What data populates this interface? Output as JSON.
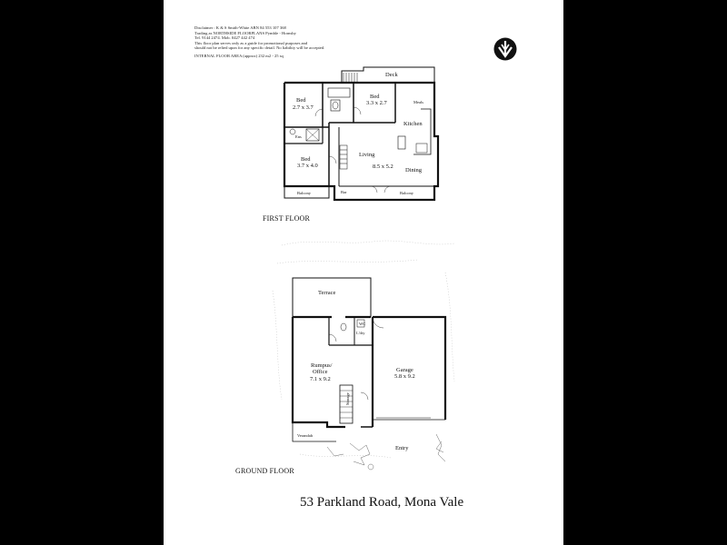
{
  "disclaimer": {
    "line1": "Disclaimer :  K & S Smith-White   ABN 84 553 107 368",
    "line2": "Trading as NORTHSIDE FLOORPLANS Pymble - Hornsby",
    "line3": "Tel. 9144 2474. Mob. 0427 442 474",
    "line4": "This floor plan serves only as a guide for promotional purposes and",
    "line5": "should not be relied upon for any specific detail. No liability will be accepted.",
    "area": "INTERNAL FLOOR AREA (approx) 232 m2 - 25 sq"
  },
  "first_floor": {
    "heading": "FIRST FLOOR",
    "deck": "Deck",
    "bed1": "Bed",
    "bed1_size": "2.7 x 3.7",
    "bed2": "Bed",
    "bed2_size": "3.3 x 2.7",
    "meals": "Meals",
    "kitchen": "Kitchen",
    "ens": "Ens",
    "bed3": "Bed",
    "bed3_size": "3.7 x 4.0",
    "living": "Living",
    "living_size": "8.5 x 5.2",
    "dining": "Dining",
    "balcony_left": "Balcony",
    "bar": "Bar",
    "balcony_right": "Balcony"
  },
  "ground_floor": {
    "heading": "GROUND FLOOR",
    "terrace": "Terrace",
    "wc": "WC",
    "ldry": "L'dry",
    "rumpus": "Rumpus/",
    "office": "Office",
    "rumpus_size": "7.1 x 9.2",
    "storage": "Storage",
    "garage": "Garage",
    "garage_size": "5.8 x 9.2",
    "verandah": "Verandah",
    "entry": "Entry"
  },
  "address": "53 Parkland Road, Mona Vale"
}
